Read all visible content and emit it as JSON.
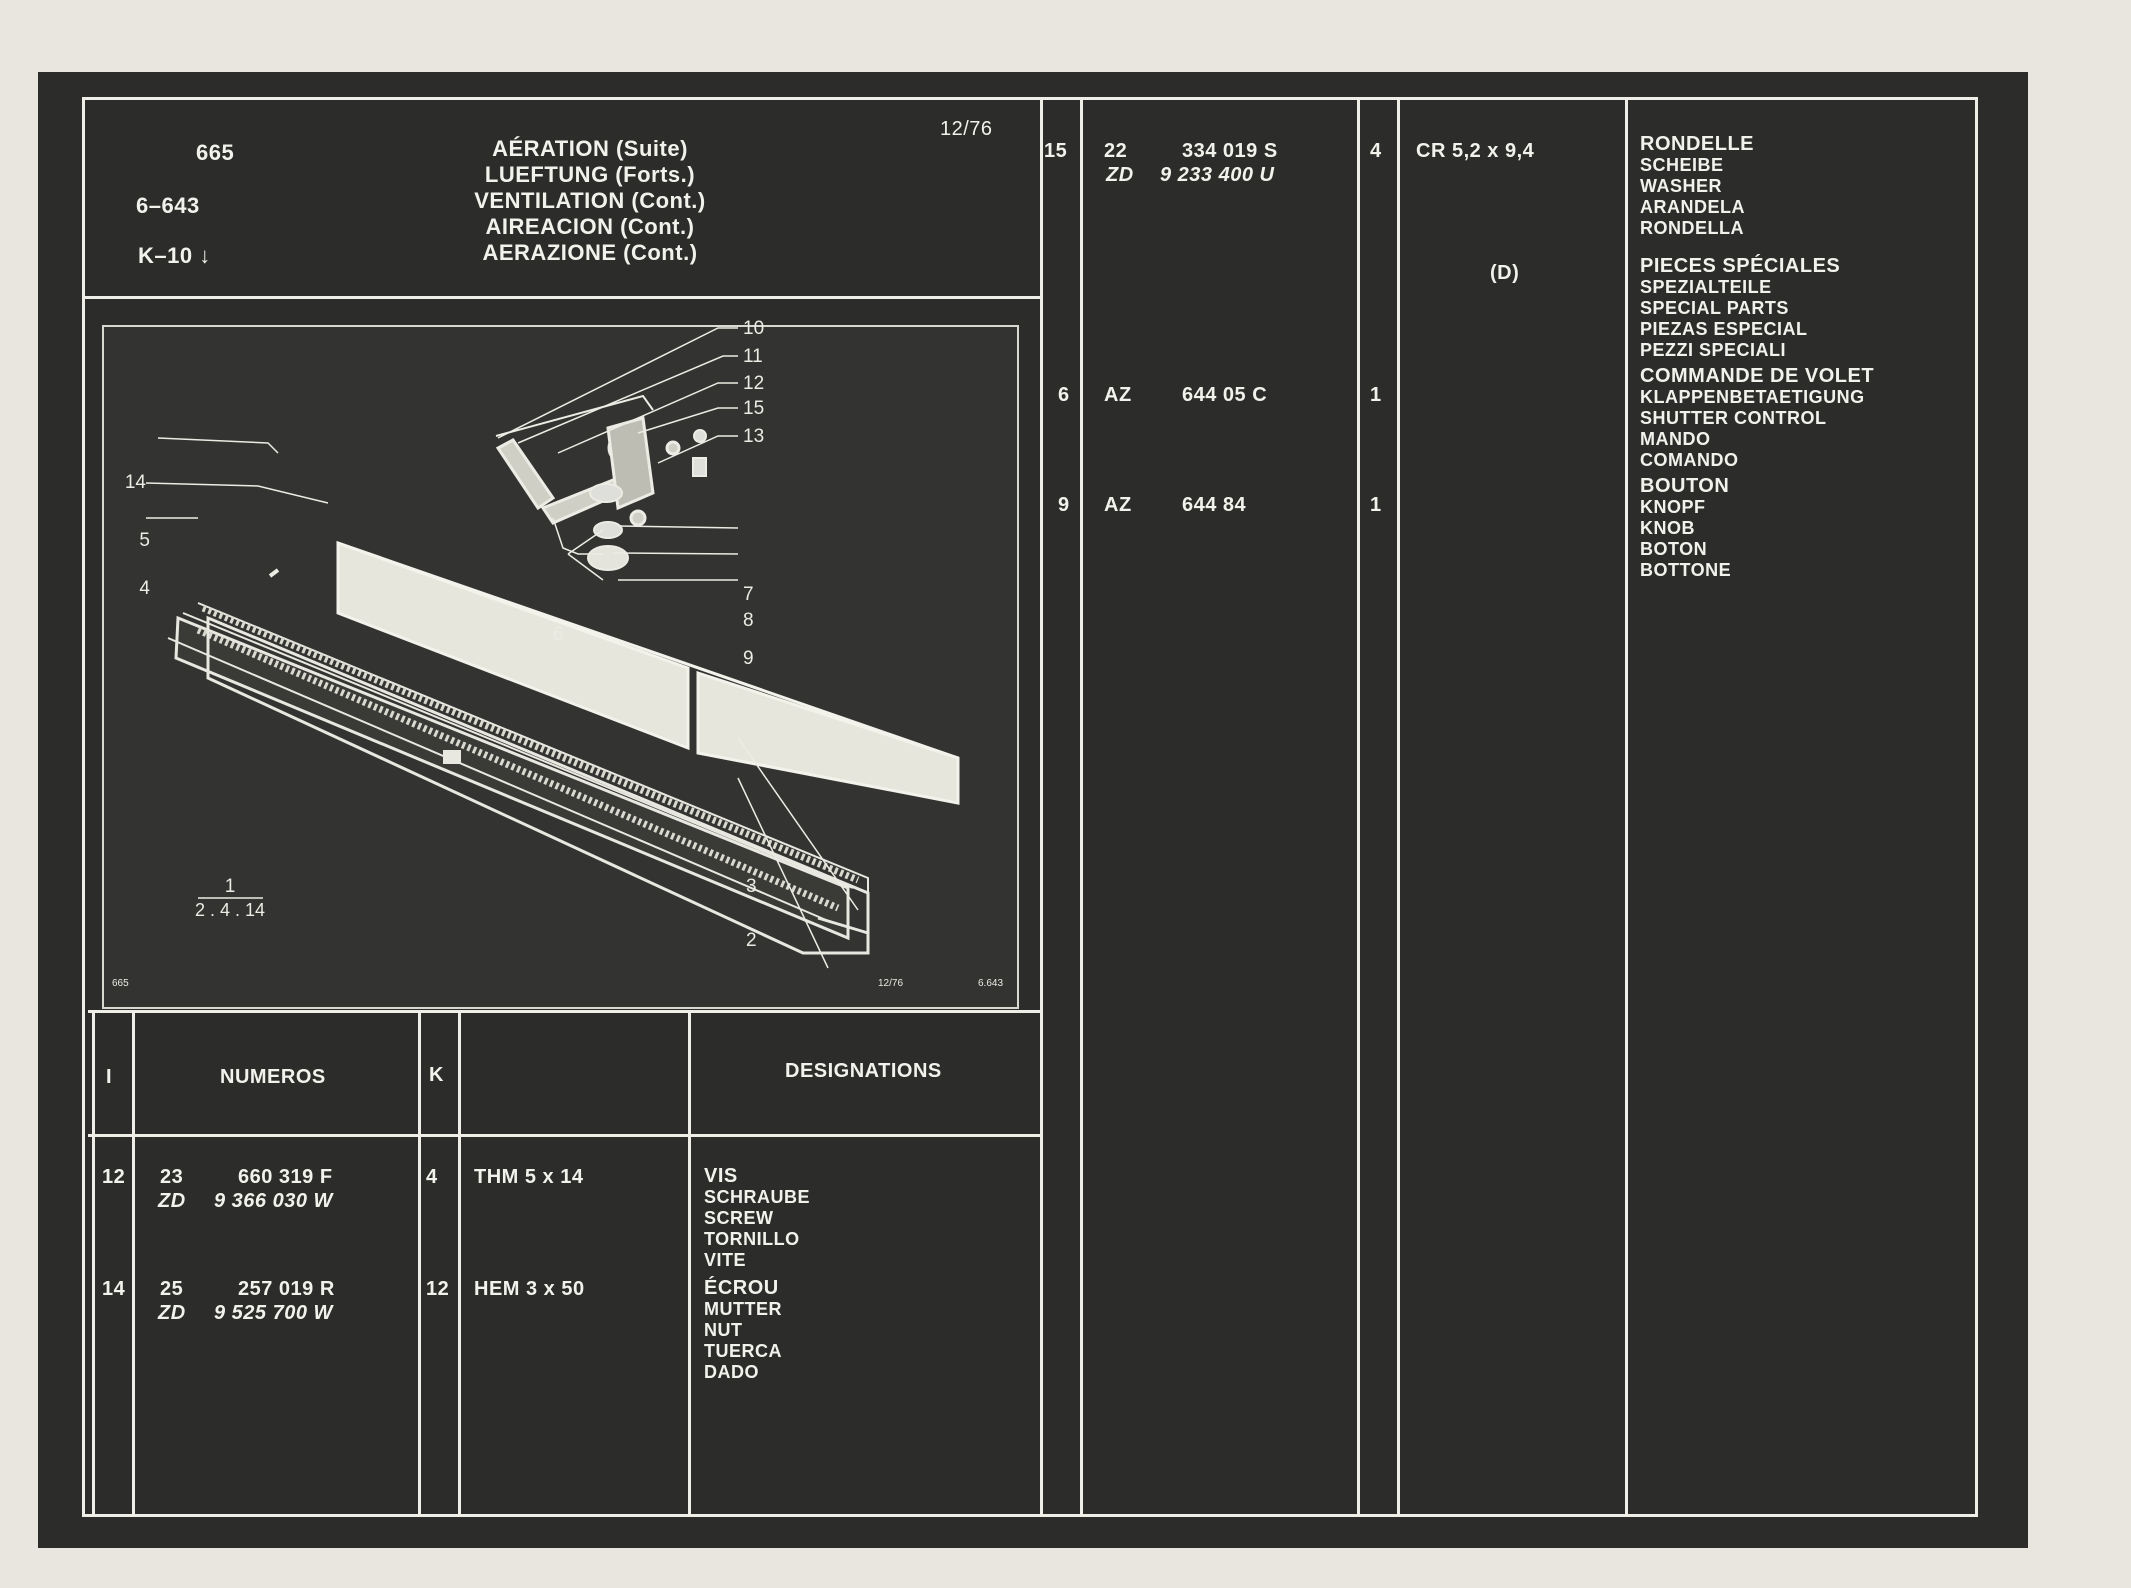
{
  "header": {
    "code": "665",
    "ref": "6–643",
    "key": "K–10",
    "key_arrow": "↓",
    "date": "12/76",
    "titles": [
      "AÉRATION (Suite)",
      "LUEFTUNG (Forts.)",
      "VENTILATION (Cont.)",
      "AIREACION (Cont.)",
      "AERAZIONE (Cont.)"
    ]
  },
  "figure": {
    "callouts": [
      "10",
      "11",
      "12",
      "15",
      "13",
      "14",
      "5",
      "4",
      "7",
      "8",
      "9",
      "6",
      "3",
      "2"
    ],
    "fraction_top": "1",
    "fraction_bottom": "2 . 4 . 14",
    "footer_left": "665",
    "footer_center": "12/76",
    "footer_right": "6.643"
  },
  "table_header": {
    "col_i": "I",
    "col_numeros": "NUMEROS",
    "col_k": "K",
    "col_designations": "DESIGNATIONS"
  },
  "rows_left": [
    {
      "item": "12",
      "prefix": "23",
      "number": "660  319  F",
      "alt_prefix": "ZD",
      "alt_number": "9 366 030 W",
      "qty": "4",
      "spec": "THM 5 x 14",
      "designations": [
        "VIS",
        "SCHRAUBE",
        "SCREW",
        "TORNILLO",
        "VITE"
      ]
    },
    {
      "item": "14",
      "prefix": "25",
      "number": "257  019  R",
      "alt_prefix": "ZD",
      "alt_number": "9 525 700 W",
      "qty": "12",
      "spec": "HEM 3 x 50",
      "designations": [
        "ÉCROU",
        "MUTTER",
        "NUT",
        "TUERCA",
        "DADO"
      ]
    }
  ],
  "rows_right": [
    {
      "item": "15",
      "prefix": "22",
      "number": "334  019  S",
      "alt_prefix": "ZD",
      "alt_number": "9 233 400 U",
      "qty": "4",
      "spec": "CR 5,2 x 9,4",
      "designations": [
        "RONDELLE",
        "SCHEIBE",
        "WASHER",
        "ARANDELA",
        "RONDELLA"
      ]
    },
    {
      "note": "(D)",
      "designations": [
        "PIECES SPÉCIALES",
        "SPEZIALTEILE",
        "SPECIAL PARTS",
        "PIEZAS ESPECIAL",
        "PEZZI SPECIALI"
      ]
    },
    {
      "item": "6",
      "prefix": "AZ",
      "number": "644   05  C",
      "qty": "1",
      "designations": [
        "COMMANDE DE VOLET",
        "KLAPPENBETAETIGUNG",
        "SHUTTER CONTROL",
        "MANDO",
        "COMANDO"
      ]
    },
    {
      "item": "9",
      "prefix": "AZ",
      "number": "644   84",
      "qty": "1",
      "designations": [
        "BOUTON",
        "KNOPF",
        "KNOB",
        "BOTON",
        "BOTTONE"
      ]
    }
  ],
  "colors": {
    "sheet": "#2c2c2a",
    "ink": "#f2f2ec",
    "paper": "#e9e6df",
    "figure_bg": "#333331"
  }
}
